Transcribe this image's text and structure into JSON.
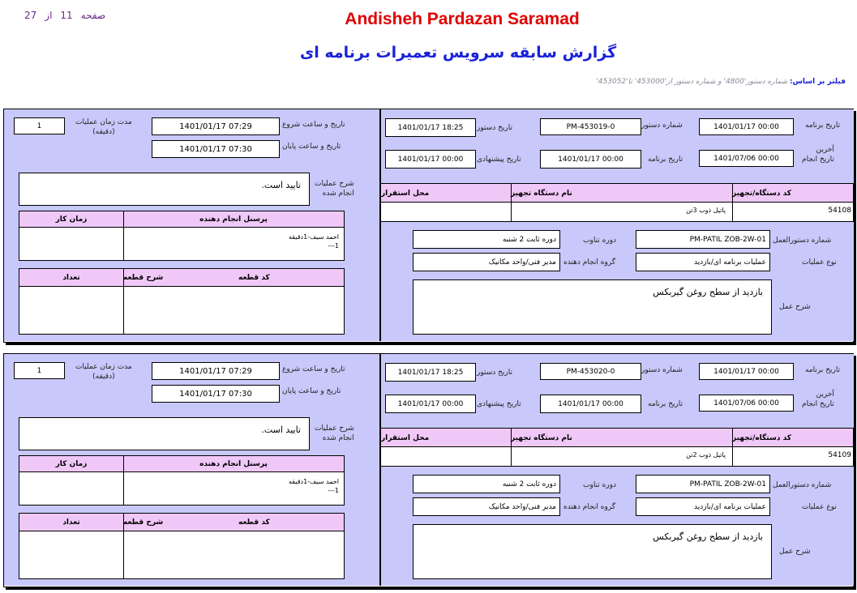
{
  "header": {
    "page_label": "صفحه",
    "page_current": "11",
    "page_of_label": "از",
    "page_total": "27",
    "company": "Andisheh Pardazan Saramad",
    "report_title": "گزارش سابقه سرویس تعمیرات برنامه ای",
    "filter_label": "فیلتر بر اساس:",
    "filter_value": "شماره دستور'4800' و شماره دستور از'453000' تا'453052'"
  },
  "labels": {
    "program_date": "تاریخ برنامه",
    "order_number": "شماره دستور",
    "order_date": "تاریخ دستور",
    "last_exec_line1": "آخرین",
    "last_exec_line2": "تاریخ انجام",
    "program_date2": "تاریخ برنامه",
    "suggested_date": "تاریخ پیشنهادی",
    "device_code": "کد دستگاه/تجهیز",
    "device_name": "نام دستگاه تجهیز",
    "location": "محل استقرار",
    "instruction_number": "شماره دستورالعمل",
    "period": "دوره تناوب",
    "operation_type": "نوع عملیات",
    "performer_group": "گروه انجام دهنده",
    "work_desc": "شرح عمل",
    "start_datetime": "تاریخ و ساعت شروع",
    "end_datetime": "تاریخ و ساعت پایان",
    "duration_line1": "مدت زمان عملیات",
    "duration_line2": "(دقیقه)",
    "ops_desc_line1": "شرح عملیات",
    "ops_desc_line2": "انجام شده",
    "personnel": "پرسنل انجام دهنده",
    "work_time": "زمان کار",
    "part_code": "کد قطعه",
    "part_desc": "شرح قطعه",
    "quantity": "تعداد"
  },
  "records": [
    {
      "program_date": "1401/01/17 00:00",
      "order_number": "PM-453019-0",
      "order_date": "1401/01/17 18:25",
      "last_exec_date": "1401/07/06 00:00",
      "program_date2": "1401/01/17 00:00",
      "suggested_date": "1401/01/17 00:00",
      "device_code": "54108",
      "device_name": "پاتیل ذوب 3تن",
      "location": "",
      "instruction_number": "PM-PATIL ZOB-2W-01",
      "period": "دوره ثابت 2 شنبه",
      "operation_type": "عملیات برنامه ای/بازدید",
      "performer_group": "مدیر فنی/واحد مکانیک",
      "work_desc": "بازدید از سطح روغن گیربکس",
      "start_datetime": "1401/01/17 07:29",
      "end_datetime": "1401/01/17 07:30",
      "duration": "1",
      "ops_desc": "تایید است.",
      "personnel_line1": "احمد سیف-1دقیقه",
      "personnel_line2": "1---"
    },
    {
      "program_date": "1401/01/17 00:00",
      "order_number": "PM-453020-0",
      "order_date": "1401/01/17 18:25",
      "last_exec_date": "1401/07/06 00:00",
      "program_date2": "1401/01/17 00:00",
      "suggested_date": "1401/01/17 00:00",
      "device_code": "54109",
      "device_name": "پاتیل ذوب 2تن",
      "location": "",
      "instruction_number": "PM-PATIL ZOB-2W-01",
      "period": "دوره ثابت 2 شنبه",
      "operation_type": "عملیات برنامه ای/بازدید",
      "performer_group": "مدیر فنی/واحد مکانیک",
      "work_desc": "بازدید از سطح روغن گیربکس",
      "start_datetime": "1401/01/17 07:29",
      "end_datetime": "1401/01/17 07:30",
      "duration": "1",
      "ops_desc": "تایید است.",
      "personnel_line1": "احمد سیف-1دقیقه",
      "personnel_line2": "1---"
    }
  ]
}
